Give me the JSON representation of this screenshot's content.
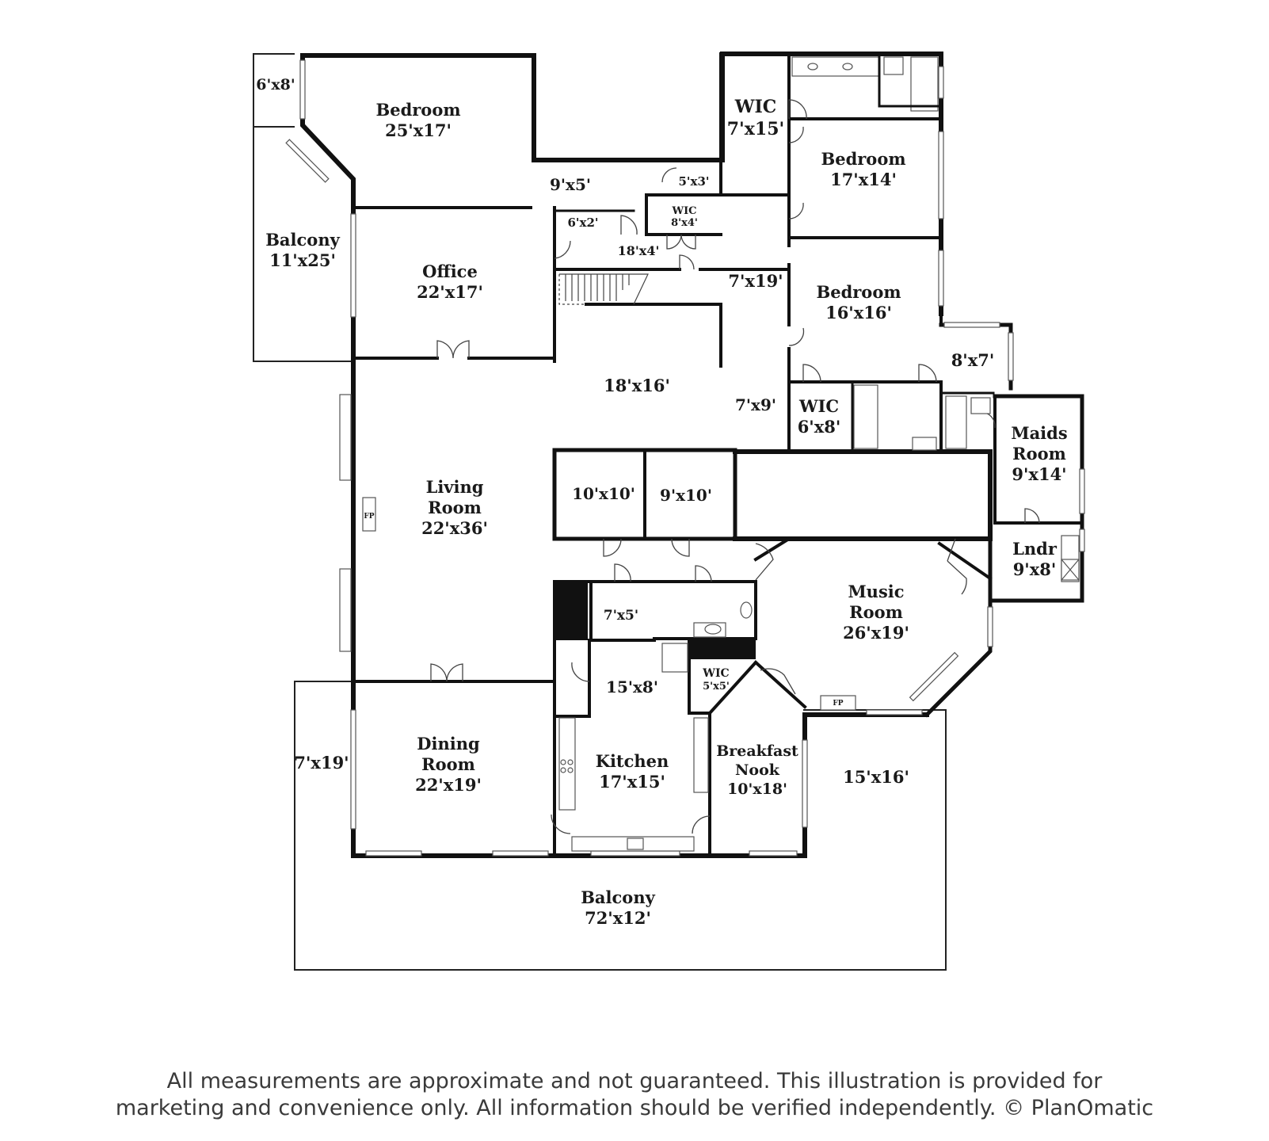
{
  "rooms": {
    "bedroom_nw": {
      "name": "Bedroom",
      "dim": "25'x17'"
    },
    "balcony_corner": {
      "dim": "6'x8'"
    },
    "balcony_west": {
      "name": "Balcony",
      "dim": "11'x25'"
    },
    "hall_9x5": {
      "dim": "9'x5'"
    },
    "closet_5x3": {
      "dim": "5'x3'"
    },
    "closet_6x2": {
      "dim": "6'x2'"
    },
    "wic_8x4": {
      "name": "WIC",
      "dim": "8'x4'"
    },
    "hall_18x4": {
      "dim": "18'x4'"
    },
    "wic_7x15": {
      "name": "WIC",
      "dim": "7'x15'"
    },
    "bedroom_ne": {
      "name": "Bedroom",
      "dim": "17'x14'"
    },
    "office": {
      "name": "Office",
      "dim": "22'x17'"
    },
    "hall_7x19": {
      "dim": "7'x19'"
    },
    "bedroom_e": {
      "name": "Bedroom",
      "dim": "16'x16'"
    },
    "room_8x7": {
      "dim": "8'x7'"
    },
    "foyer_18x16": {
      "dim": "18'x16'"
    },
    "hall_7x9": {
      "dim": "7'x9'"
    },
    "wic_6x8": {
      "name": "WIC",
      "dim": "6'x8'"
    },
    "maids_room": {
      "name1": "Maids",
      "name2": "Room",
      "dim": "9'x14'"
    },
    "living_room": {
      "name1": "Living",
      "name2": "Room",
      "dim": "22'x36'"
    },
    "room_10x10": {
      "dim": "10'x10'"
    },
    "room_9x10": {
      "dim": "9'x10'"
    },
    "laundry": {
      "name": "Lndr",
      "dim": "9'x8'"
    },
    "music_room": {
      "name1": "Music",
      "name2": "Room",
      "dim": "26'x19'"
    },
    "pantry_7x5": {
      "dim": "7'x5'"
    },
    "hall_15x8": {
      "dim": "15'x8'"
    },
    "wic_5x5": {
      "name": "WIC",
      "dim": "5'x5'"
    },
    "dining_room": {
      "name1": "Dining",
      "name2": "Room",
      "dim": "22'x19'"
    },
    "kitchen": {
      "name": "Kitchen",
      "dim": "17'x15'"
    },
    "breakfast_nook": {
      "name1": "Breakfast",
      "name2": "Nook",
      "dim": "10'x18'"
    },
    "terrace_15x16": {
      "dim": "15'x16'"
    },
    "balcony_west2": {
      "dim": "7'x19'"
    },
    "balcony_south": {
      "name": "Balcony",
      "dim": "72'x12'"
    }
  },
  "fireplaces": {
    "living": "FP",
    "music": "FP"
  },
  "disclaimer": {
    "line1": "All measurements are approximate and not guaranteed. This illustration is provided for",
    "line2": "marketing and convenience only. All information should be verified independently. © PlanOmatic"
  }
}
